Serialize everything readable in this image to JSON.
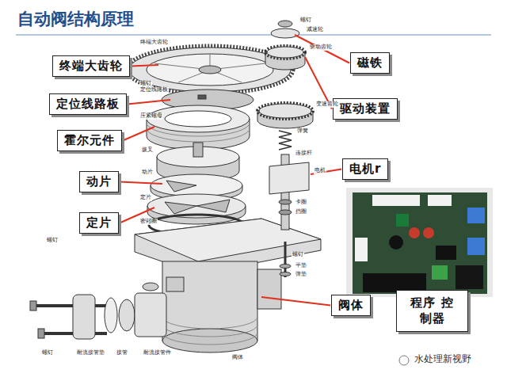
{
  "diagram": {
    "title": "自动阀结构原理",
    "nodes": [
      {
        "text": [
          "终端大齿轮"
        ]
      },
      {
        "text": [
          "定位线路板"
        ]
      },
      {
        "text": [
          "霍尔元件"
        ]
      },
      {
        "text": [
          "动片"
        ]
      },
      {
        "text": [
          "定片"
        ]
      },
      {
        "text": [
          "磁铁"
        ]
      },
      {
        "text": [
          "驱动装置"
        ]
      },
      {
        "text": [
          "电机r"
        ]
      },
      {
        "text": [
          "阀体"
        ]
      },
      {
        "text": [
          "程序 控制器"
        ]
      }
    ],
    "labels": [
      "终端大齿轮",
      "螺钉",
      "定位线路板",
      "压紧螺母",
      "拨叉",
      "动片",
      "定片",
      "密封圈",
      "螺钉",
      "减速轮",
      "驱动齿轮",
      "变速齿轮",
      "弹簧",
      "连接杆",
      "电机",
      "卡圈",
      "挡圈",
      "螺钉",
      "平垫",
      "弹垫",
      "阀体",
      "螺钉",
      "螺钉",
      "耐流接管垫",
      "接管",
      "耐流接管件",
      "水处理新视野"
    ]
  }
}
